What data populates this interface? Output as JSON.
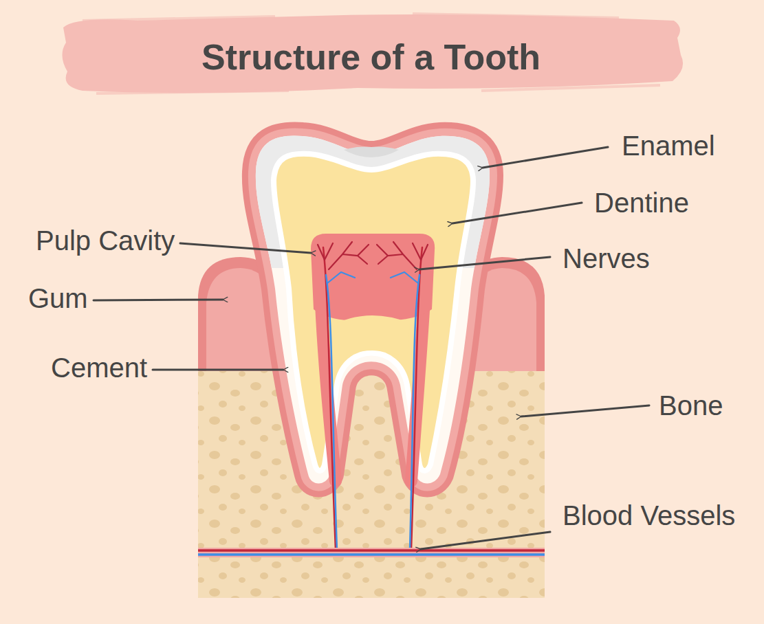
{
  "diagram": {
    "title": "Structure of a Tooth",
    "labels": [
      "Enamel",
      "Dentine",
      "Pulp Cavity",
      "Nerves",
      "Gum",
      "Cement",
      "Bone",
      "Blood Vessels"
    ]
  }
}
